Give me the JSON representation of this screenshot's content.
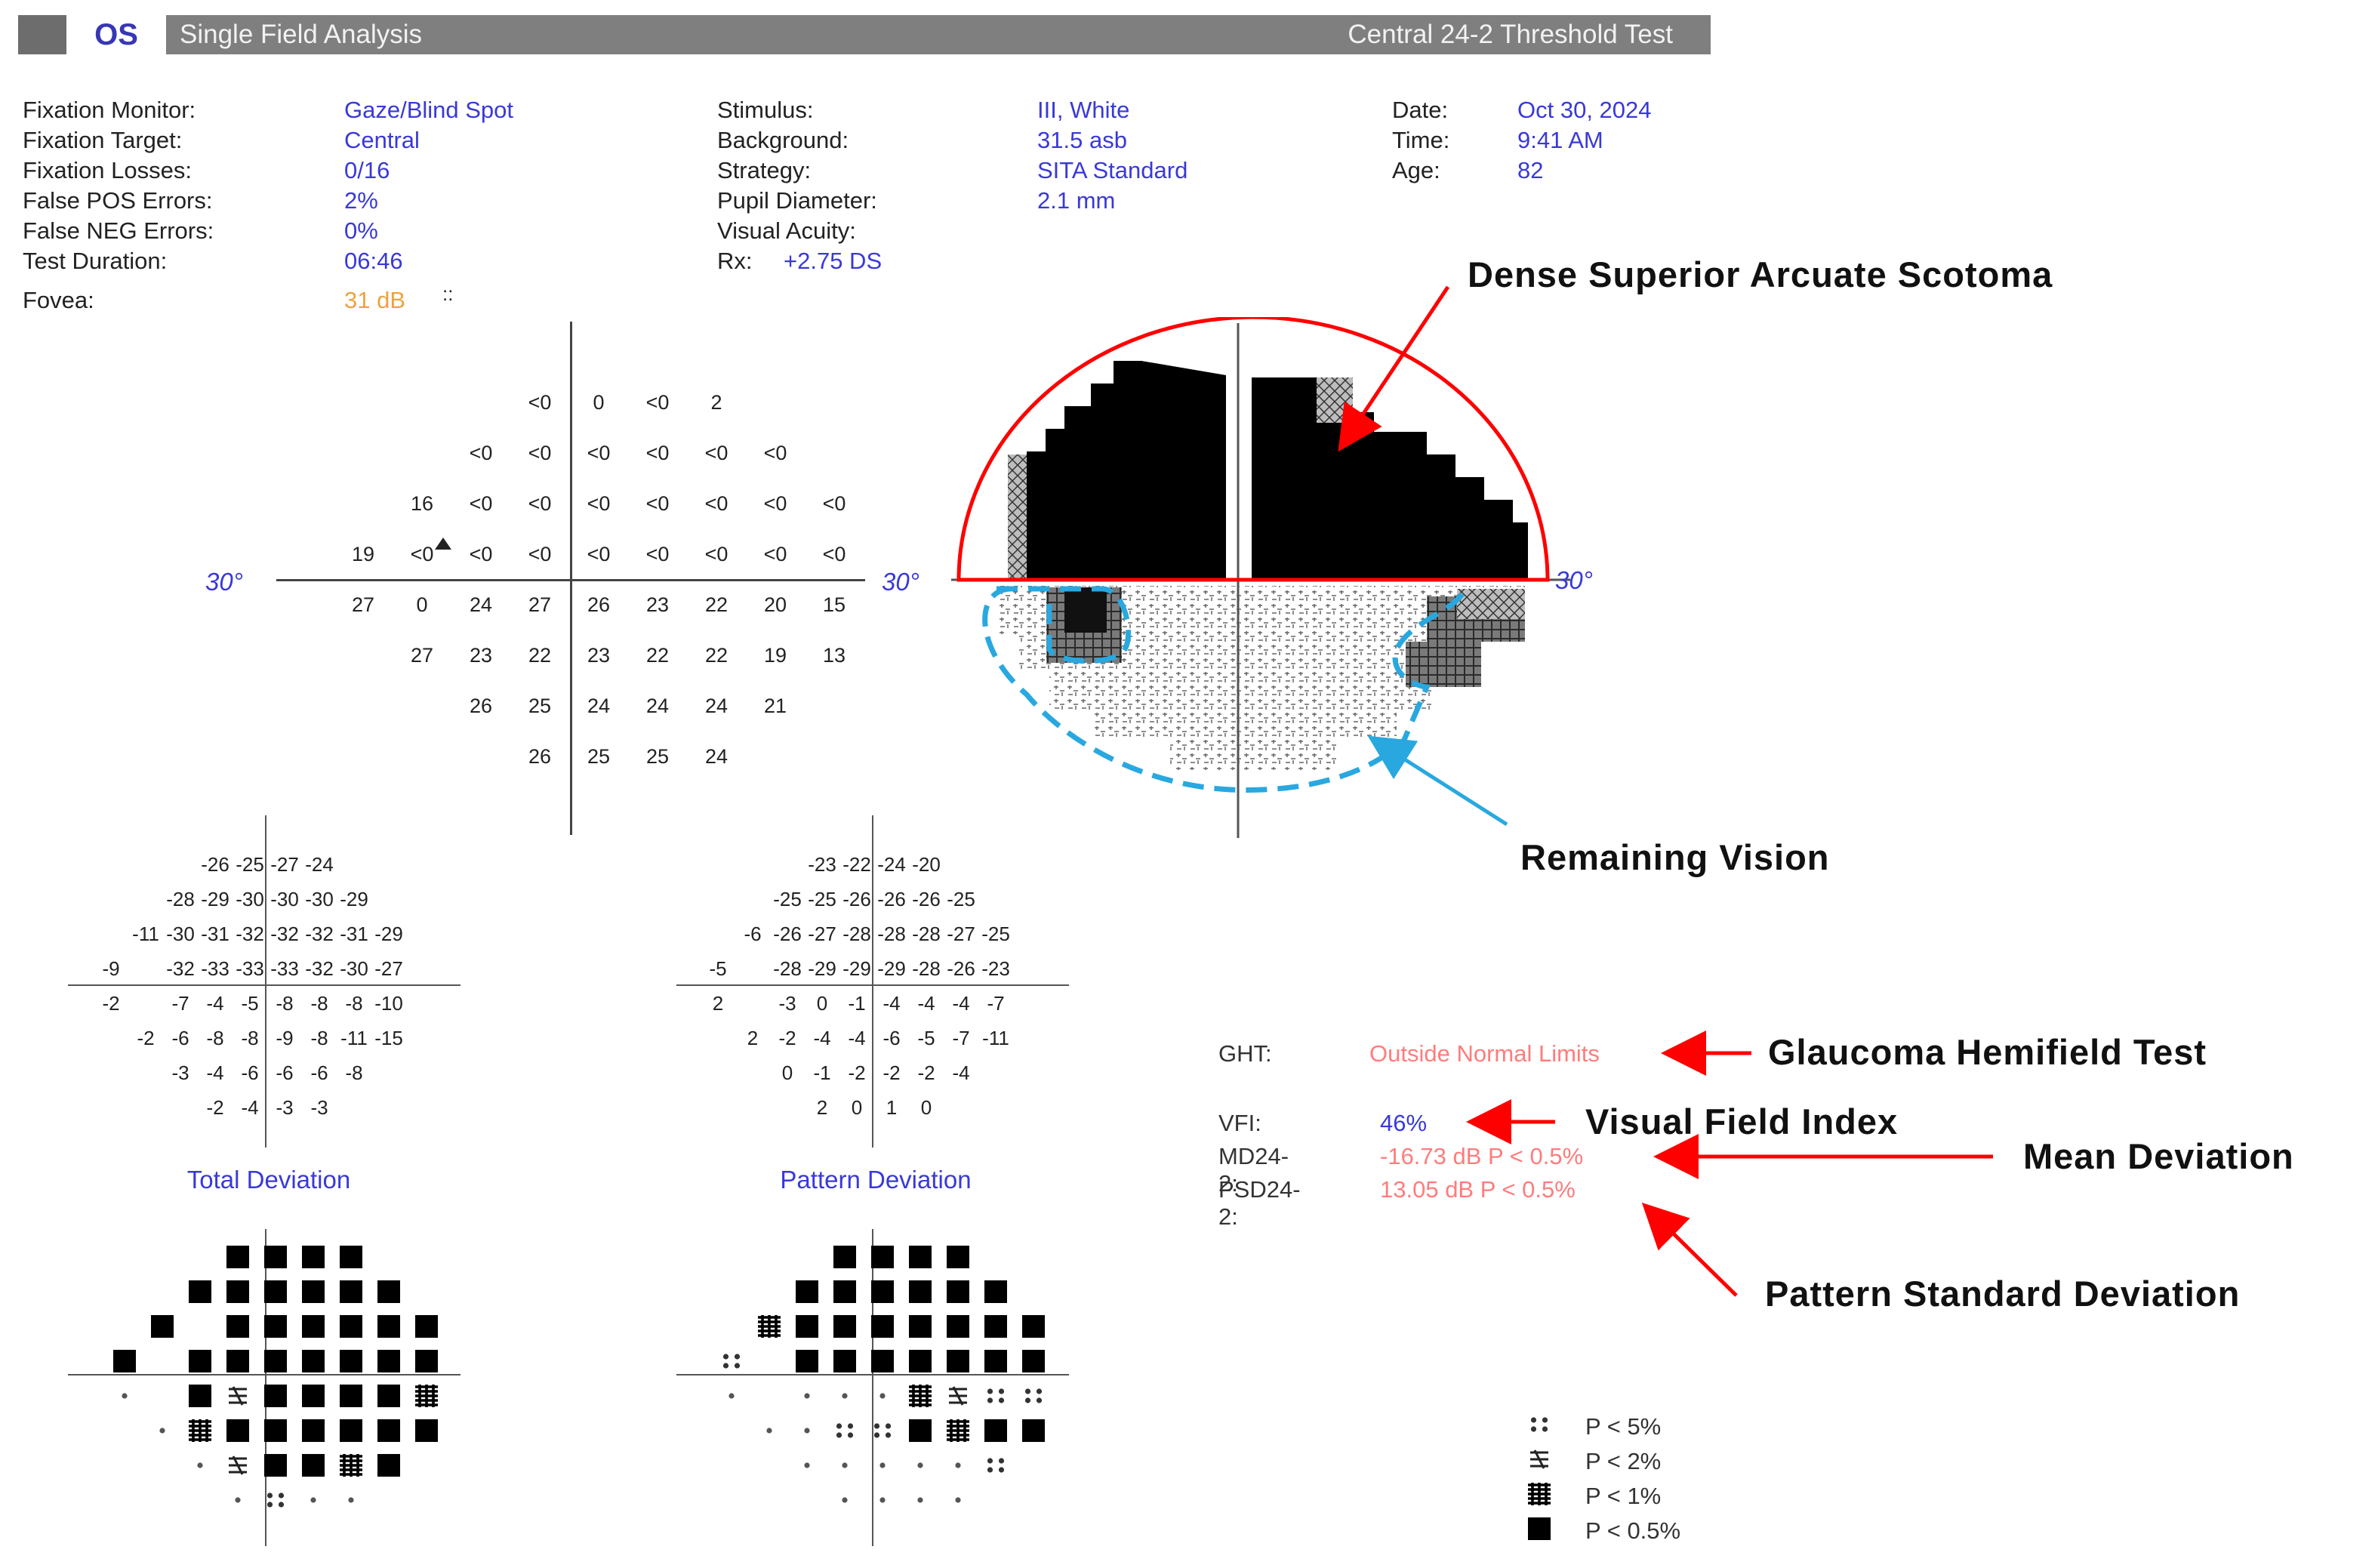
{
  "header": {
    "eye": "OS",
    "title": "Single Field Analysis",
    "test": "Central 24-2 Threshold Test"
  },
  "info": {
    "col1": [
      {
        "label": "Fixation Monitor:",
        "value": "Gaze/Blind Spot"
      },
      {
        "label": "Fixation Target:",
        "value": "Central"
      },
      {
        "label": "Fixation Losses:",
        "value": "0/16"
      },
      {
        "label": "False POS Errors:",
        "value": "2%"
      },
      {
        "label": "False NEG Errors:",
        "value": "0%"
      },
      {
        "label": "Test Duration:",
        "value": "06:46"
      }
    ],
    "fovea": {
      "label": "Fovea:",
      "value": "31 dB",
      "mark": "::"
    },
    "col2": [
      {
        "label": "Stimulus:",
        "value": "III, White"
      },
      {
        "label": "Background:",
        "value": "31.5 asb"
      },
      {
        "label": "Strategy:",
        "value": "SITA Standard"
      },
      {
        "label": "Pupil Diameter:",
        "value": "2.1 mm"
      },
      {
        "label": "Visual Acuity:",
        "value": ""
      },
      {
        "label": "Rx:",
        "value": "+2.75 DS"
      }
    ],
    "col3": [
      {
        "label": "Date:",
        "value": "Oct 30, 2024"
      },
      {
        "label": "Time:",
        "value": "9:41 AM"
      },
      {
        "label": "Age:",
        "value": "82"
      }
    ]
  },
  "threshold": {
    "degree_left": "30°",
    "degree_right": "30°",
    "rows": [
      [
        "<0",
        "0",
        "<0",
        "2"
      ],
      [
        "<0",
        "<0",
        "<0",
        "<0",
        "<0",
        "<0"
      ],
      [
        "16",
        "<0",
        "<0",
        "<0",
        "<0",
        "<0",
        "<0",
        "<0"
      ],
      [
        "19",
        "<0",
        "<0",
        "<0",
        "<0",
        "<0",
        "<0",
        "<0",
        "<0"
      ],
      [
        "27",
        "0",
        "24",
        "27",
        "26",
        "23",
        "22",
        "20",
        "15"
      ],
      [
        "27",
        "23",
        "22",
        "23",
        "22",
        "22",
        "19",
        "13"
      ],
      [
        "26",
        "25",
        "24",
        "24",
        "24",
        "21"
      ],
      [
        "26",
        "25",
        "25",
        "24"
      ]
    ]
  },
  "grayscale": {
    "degree_right": "30°"
  },
  "total_deviation": {
    "title": "Total Deviation",
    "rows": [
      [
        "-26",
        "-25",
        "-27",
        "-24"
      ],
      [
        "-28",
        "-29",
        "-30",
        "-30",
        "-30",
        "-29"
      ],
      [
        "-11",
        "-30",
        "-31",
        "-32",
        "-32",
        "-32",
        "-31",
        "-29"
      ],
      [
        "-9",
        "",
        "-32",
        "-33",
        "-33",
        "-33",
        "-32",
        "-30",
        "-27"
      ],
      [
        "-2",
        "",
        "-7",
        "-4",
        "-5",
        "-8",
        "-8",
        "-8",
        "-10"
      ],
      [
        "-2",
        "-6",
        "-8",
        "-8",
        "-9",
        "-8",
        "-11",
        "-15"
      ],
      [
        "-3",
        "-4",
        "-6",
        "-6",
        "-6",
        "-8"
      ],
      [
        "-2",
        "-4",
        "-3",
        "-3"
      ]
    ]
  },
  "pattern_deviation": {
    "title": "Pattern Deviation",
    "rows": [
      [
        "-23",
        "-22",
        "-24",
        "-20"
      ],
      [
        "-25",
        "-25",
        "-26",
        "-26",
        "-26",
        "-25"
      ],
      [
        "-6",
        "-26",
        "-27",
        "-28",
        "-28",
        "-28",
        "-27",
        "-25"
      ],
      [
        "-5",
        "",
        "-28",
        "-29",
        "-29",
        "-29",
        "-28",
        "-26",
        "-23"
      ],
      [
        "2",
        "",
        "-3",
        "0",
        "-1",
        "-4",
        "-4",
        "-4",
        "-7"
      ],
      [
        "2",
        "-2",
        "-4",
        "-4",
        "-6",
        "-5",
        "-7",
        "-11"
      ],
      [
        "0",
        "-1",
        "-2",
        "-2",
        "-2",
        "-4"
      ],
      [
        "2",
        "0",
        "1",
        "0"
      ]
    ]
  },
  "total_prob": [
    [
      "s",
      "s",
      "s",
      "s"
    ],
    [
      "s",
      "s",
      "s",
      "s",
      "s",
      "s"
    ],
    [
      "s",
      "",
      "s",
      "s",
      "s",
      "s",
      "s",
      "s"
    ],
    [
      "s",
      "",
      "s",
      "s",
      "s",
      "s",
      "s",
      "s",
      "s"
    ],
    [
      "d",
      "",
      "s",
      "q",
      "s",
      "s",
      "s",
      "s",
      "h"
    ],
    [
      "d",
      "h",
      "s",
      "s",
      "s",
      "s",
      "s",
      "s"
    ],
    [
      "d",
      "q",
      "s",
      "s",
      "h",
      "s"
    ],
    [
      "d",
      "f",
      "d",
      "d"
    ]
  ],
  "pattern_prob": [
    [
      "s",
      "s",
      "s",
      "s"
    ],
    [
      "s",
      "s",
      "s",
      "s",
      "s",
      "s"
    ],
    [
      "h",
      "s",
      "s",
      "s",
      "s",
      "s",
      "s",
      "s"
    ],
    [
      "f",
      "",
      "s",
      "s",
      "s",
      "s",
      "s",
      "s",
      "s"
    ],
    [
      "d",
      "",
      "d",
      "d",
      "d",
      "h",
      "q",
      "f",
      "f"
    ],
    [
      "d",
      "d",
      "f",
      "f",
      "s",
      "h",
      "s",
      "s"
    ],
    [
      "d",
      "d",
      "d",
      "d",
      "d",
      "f"
    ],
    [
      "d",
      "d",
      "d",
      "d"
    ]
  ],
  "stats": {
    "ght_label": "GHT:",
    "ght_value": "Outside Normal Limits",
    "vfi_label": "VFI:",
    "vfi_value": "46%",
    "md_label": "MD24-2:",
    "md_value": "-16.73 dB P < 0.5%",
    "psd_label": "PSD24-2:",
    "psd_value": "13.05 dB P < 0.5%"
  },
  "callouts": {
    "scotoma": "Dense Superior Arcuate Scotoma",
    "remaining": "Remaining Vision",
    "ght": "Glaucoma Hemifield Test",
    "vfi": "Visual Field Index",
    "md": "Mean Deviation",
    "psd": "Pattern Standard Deviation"
  },
  "legend": [
    {
      "symbol": "dots",
      "label": "P < 5%"
    },
    {
      "symbol": "hatch-light",
      "label": "P < 2%"
    },
    {
      "symbol": "hatch-dense",
      "label": "P < 1%"
    },
    {
      "symbol": "solid",
      "label": "P < 0.5%"
    }
  ],
  "colors": {
    "header": "#7f7f7f",
    "value_blue": "#3939d8",
    "stat_red": "#ff7c7c",
    "annotation_red": "#ff0000",
    "annotation_cyan": "#29a8e0",
    "fovea_orange": "#f0a23c"
  }
}
